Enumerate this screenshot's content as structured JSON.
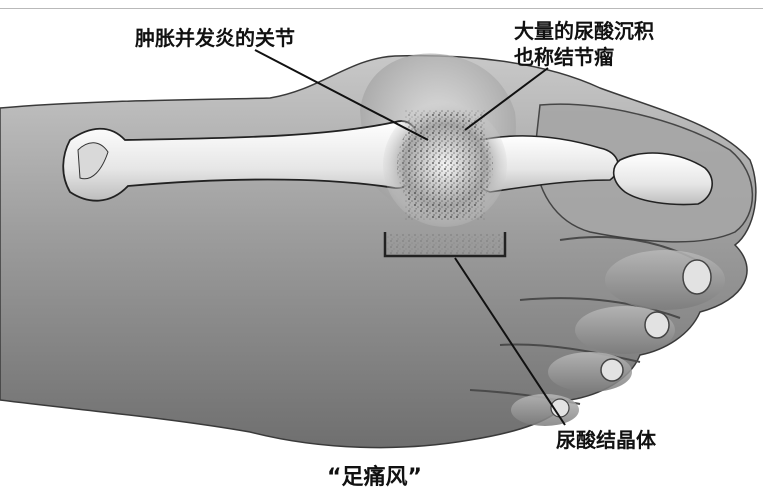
{
  "labels": {
    "swollen_joint": "肿胀并发炎的关节",
    "uric_acid_deposit_line1": "大量的尿酸沉积",
    "uric_acid_deposit_line2": "也称结节瘤",
    "urate_crystals": "尿酸结晶体",
    "caption": "“足痛风”"
  },
  "colors": {
    "background": "#ffffff",
    "skin_shade": "#8c8c8c",
    "bone": "#f1f1f1",
    "outline": "#2a2a2a",
    "text": "#111111"
  }
}
